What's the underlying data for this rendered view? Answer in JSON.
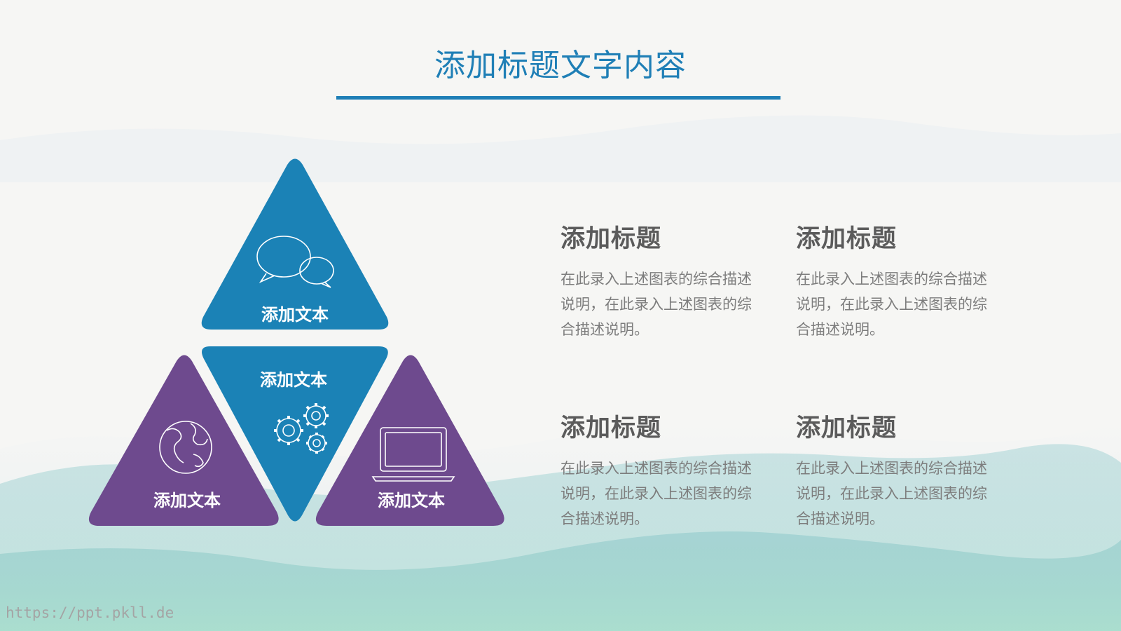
{
  "slide": {
    "title": "添加标题文字内容",
    "watermark": "https://ppt.pkll.de"
  },
  "triangles": {
    "top": {
      "label": "添加文本",
      "icon": "chat-bubbles-icon",
      "color": "#1b82b6"
    },
    "center": {
      "label": "添加文本",
      "icon": "gears-icon",
      "color": "#1b82b6"
    },
    "left": {
      "label": "添加文本",
      "icon": "globe-icon",
      "color": "#6e4a8e"
    },
    "right": {
      "label": "添加文本",
      "icon": "laptop-icon",
      "color": "#6e4a8e"
    }
  },
  "blocks": [
    {
      "title": "添加标题",
      "desc": "在此录入上述图表的综合描述说明，在此录入上述图表的综合描述说明。"
    },
    {
      "title": "添加标题",
      "desc": "在此录入上述图表的综合描述说明，在此录入上述图表的综合描述说明。"
    },
    {
      "title": "添加标题",
      "desc": "在此录入上述图表的综合描述说明，在此录入上述图表的综合描述说明。"
    },
    {
      "title": "添加标题",
      "desc": "在此录入上述图表的综合描述说明，在此录入上述图表的综合描述说明。"
    }
  ],
  "colors": {
    "accent": "#1f7fb6",
    "purple": "#6e4a8e",
    "heading": "#5b5b5b",
    "body": "#7d7d7d"
  }
}
